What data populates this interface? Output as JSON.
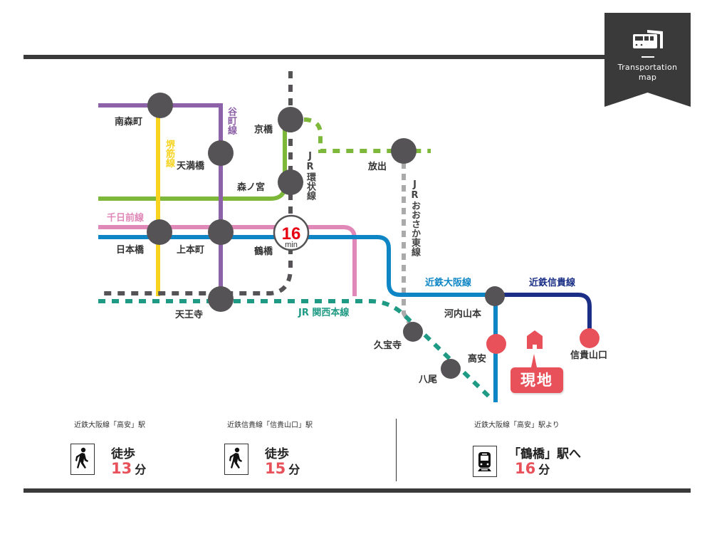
{
  "badge": {
    "icon": "train-icon",
    "title_line1": "Transportation",
    "title_line2": "map"
  },
  "colors": {
    "dark": "#3a3a3a",
    "station": "#555355",
    "tanimachi": "#8e62a8",
    "sakaisuji": "#f8d420",
    "chuo_green": "#7db83a",
    "sennichimae": "#e088b8",
    "kintetsu_osaka": "#0e86c6",
    "kintetsu_shigi": "#1a2f85",
    "jr_loop": "#555355",
    "jr_kansai": "#1f9a84",
    "jr_osaka_higashi": "#aaaaaa",
    "accent_red": "#e8515a"
  },
  "lines": {
    "tanimachi": "谷町線",
    "sakaisuji": "堺筋線",
    "sennichimae": "千日前線",
    "jr_loop": "JR環状線",
    "jr_osaka_higashi": "JRおおさか東線",
    "jr_kansai": "JR 関西本線",
    "kintetsu_osaka": "近鉄大阪線",
    "kintetsu_shigi": "近鉄信貴線"
  },
  "stations": {
    "minamimorimachi": "南森町",
    "tenmabashi": "天満橋",
    "kyobashi": "京橋",
    "morinomiya": "森ノ宮",
    "hanaten": "放出",
    "nipponbashi": "日本橋",
    "uehonmachi": "上本町",
    "tsuruhashi": "鶴橋",
    "tennoji": "天王寺",
    "kyuhoji": "久宝寺",
    "yao": "八尾",
    "kawachi_yamamoto": "河内山本",
    "takayasu": "高安",
    "shigisanguchi": "信貴山口"
  },
  "travel_marker": {
    "value": "16",
    "unit": "min"
  },
  "current_location": {
    "icon": "house-icon",
    "label": "現地"
  },
  "footer": [
    {
      "caption": "近鉄大阪線「高安」駅",
      "icon": "walking-person-icon",
      "title": "徒歩",
      "time": "13",
      "unit": "分"
    },
    {
      "caption": "近鉄信貴線「信貴山口」駅",
      "icon": "walking-person-icon",
      "title": "徒歩",
      "time": "15",
      "unit": "分"
    },
    {
      "caption": "近鉄大阪線「高安」駅より",
      "icon": "train-front-icon",
      "title": "「鶴橋」駅へ",
      "time": "16",
      "unit": "分"
    }
  ]
}
